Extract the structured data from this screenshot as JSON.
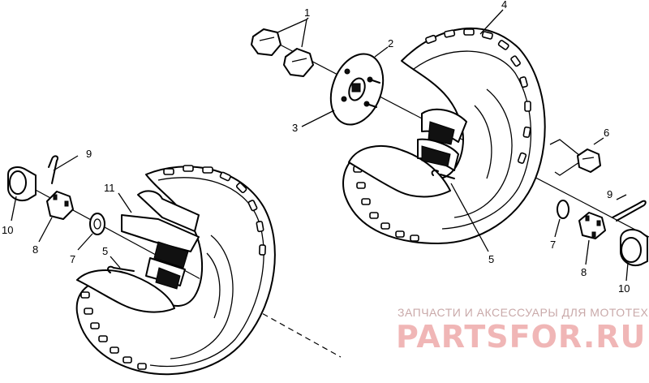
{
  "callouts": {
    "n1": "1",
    "n2": "2",
    "n3": "3",
    "n4": "4",
    "n5_right": "5",
    "n6": "6",
    "n7_right": "7",
    "n8_right": "8",
    "n9_right": "9",
    "n10_right": "10",
    "n9_left": "9",
    "n10_left": "10",
    "n8_left": "8",
    "n7_left": "7",
    "n11": "11",
    "n5_left": "5"
  },
  "watermark": {
    "line": "ЗАПЧАСТИ И АКСЕССУАРЫ ДЛЯ МОТОТЕХНИКИ",
    "logo": "PARTSFOR.RU"
  },
  "colors": {
    "ink": "#000000",
    "watermark_text": "#c9a9a9",
    "watermark_logo": "#f0b6b6"
  }
}
